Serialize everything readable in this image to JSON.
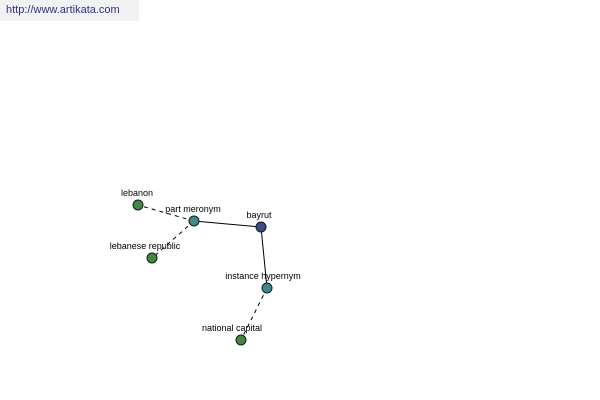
{
  "watermark": {
    "text": "http://www.artikata.com",
    "background": "#f2f2f2",
    "color": "#2e3192"
  },
  "graph": {
    "type": "network",
    "colors": {
      "root": "#3b4a8a",
      "relation": "#3d8a8a",
      "term": "#3f8a3f",
      "edge": "#000000"
    },
    "nodes": [
      {
        "id": "bayrut",
        "label": "bayrut",
        "kind": "root"
      },
      {
        "id": "part-meronym",
        "label": "part meronym",
        "kind": "relation"
      },
      {
        "id": "instance-hypernym",
        "label": "instance hypernym",
        "kind": "relation"
      },
      {
        "id": "lebanon",
        "label": "lebanon",
        "kind": "term"
      },
      {
        "id": "lebanese-republic",
        "label": "lebanese republic",
        "kind": "term"
      },
      {
        "id": "national-capital",
        "label": "national capital",
        "kind": "term"
      }
    ],
    "edges": [
      {
        "from": "bayrut",
        "to": "part-meronym",
        "style": "solid"
      },
      {
        "from": "bayrut",
        "to": "instance-hypernym",
        "style": "solid"
      },
      {
        "from": "part-meronym",
        "to": "lebanon",
        "style": "dashed"
      },
      {
        "from": "part-meronym",
        "to": "lebanese-republic",
        "style": "dashed"
      },
      {
        "from": "instance-hypernym",
        "to": "national-capital",
        "style": "dashed"
      }
    ]
  }
}
